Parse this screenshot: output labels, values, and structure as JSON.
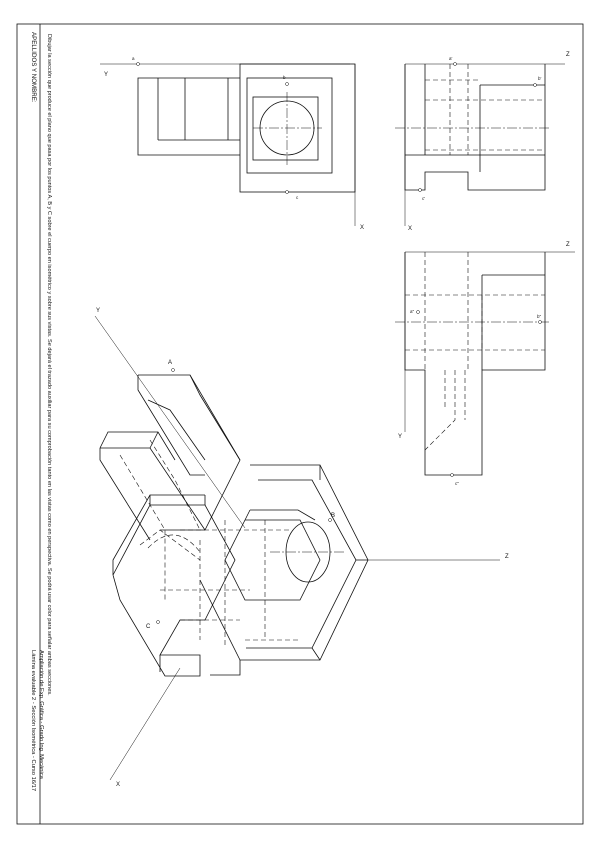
{
  "sheet": {
    "instructions": "Dibujar la sección que produce el plano que pasa por los puntos A, B y C sobre el cuerpo en isométrico y sobre sus vistas. Se dejará el trazado auxiliar para su comprobación tanto en las vistas como en perspectiva. Se podrá usar color para señalar ambas secciones.",
    "name_field_label": "APELLIDOS Y NOMBRE:",
    "title_line1": "Ampliación de Exp. Gráfica - Grado Ing. Mecánica",
    "title_line2": "Lámina evaluable 2 - Sección Isométrica - Curso 16/17"
  },
  "axes": {
    "x": "X",
    "y": "Y",
    "z": "Z"
  },
  "points": {
    "a": "A",
    "b": "B",
    "c": "C",
    "a_view": "a",
    "b_view": "b",
    "c_view": "c",
    "a_prime": "a'",
    "b_prime": "b'",
    "c_prime": "c'",
    "a_second": "a''",
    "b_second": "b''",
    "c_second": "c''"
  }
}
